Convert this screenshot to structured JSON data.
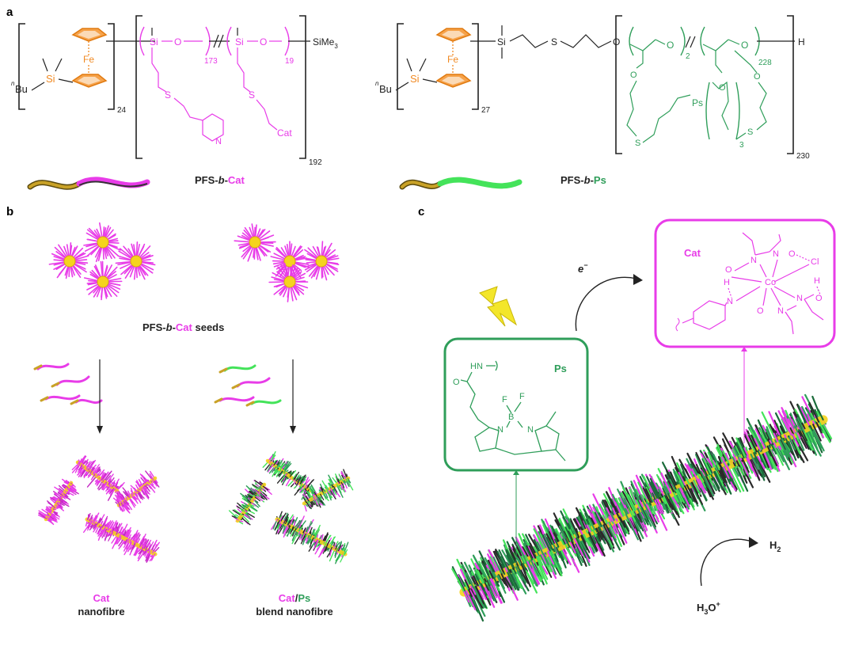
{
  "colors": {
    "orange": "#f08a24",
    "magenta": "#e83ce8",
    "green": "#2f9e5a",
    "lightgreen": "#44e35a",
    "yellow": "#f5d31e",
    "black": "#2a2a2a",
    "bolt": "#f3e62a"
  },
  "panel_a": {
    "label": "a",
    "left": {
      "fe": "Fe",
      "si": "Si",
      "nbu_sup": "n",
      "nbu": "Bu",
      "n24": "24",
      "si1": "Si",
      "o1": "O",
      "n173": "173",
      "si2": "Si",
      "o2": "O",
      "n19": "19",
      "sime3": "SiMe",
      "sime3_sub": "3",
      "s1": "S",
      "s2": "S",
      "n_pyr": "N",
      "cat": "Cat",
      "n192": "192",
      "name_prefix": "PFS-",
      "name_b": "b",
      "name_dash": "-",
      "name_suffix": "Cat"
    },
    "right": {
      "fe": "Fe",
      "si": "Si",
      "nbu_sup": "n",
      "nbu": "Bu",
      "n27": "27",
      "si_link": "Si",
      "s_link": "S",
      "o_link": "O",
      "o1": "O",
      "n2": "2",
      "o2": "O",
      "n228": "228",
      "h": "H",
      "o3": "O",
      "o4": "O",
      "o5": "O",
      "ps": "Ps",
      "s1": "S",
      "s2": "S",
      "n3": "3",
      "n230": "230",
      "name_prefix": "PFS-",
      "name_b": "b",
      "name_dash": "-",
      "name_suffix": "Ps"
    }
  },
  "panel_b": {
    "label": "b",
    "seeds_prefix": "PFS-",
    "seeds_b": "b",
    "seeds_dash": "-",
    "seeds_cat": "Cat",
    "seeds_suffix": " seeds",
    "left_caption_top": "Cat",
    "left_caption_bottom": "nanofibre",
    "right_caption_cat": "Cat",
    "right_caption_slash": "/",
    "right_caption_ps": "Ps",
    "right_caption_bottom": "blend nanofibre"
  },
  "panel_c": {
    "label": "c",
    "electron": "e",
    "electron_sup": "−",
    "ps_box": {
      "title": "Ps",
      "hn": "HN",
      "o": "O",
      "b": "B",
      "f1": "F",
      "f2": "F",
      "n1": "N",
      "n2": "N"
    },
    "cat_box": {
      "title": "Cat",
      "n1": "N",
      "o1": "O",
      "n2": "N",
      "o2": "O",
      "cl": "Cl",
      "h1": "H",
      "h2": "H",
      "co": "Co",
      "o3": "O",
      "n3": "N",
      "o4": "O",
      "n4": "N",
      "n5": "N",
      "o5": "O"
    },
    "h2": "H",
    "h2_sub": "2",
    "h3o": "H",
    "h3o_sub": "3",
    "h3o_mid": "O",
    "h3o_sup": "+"
  }
}
